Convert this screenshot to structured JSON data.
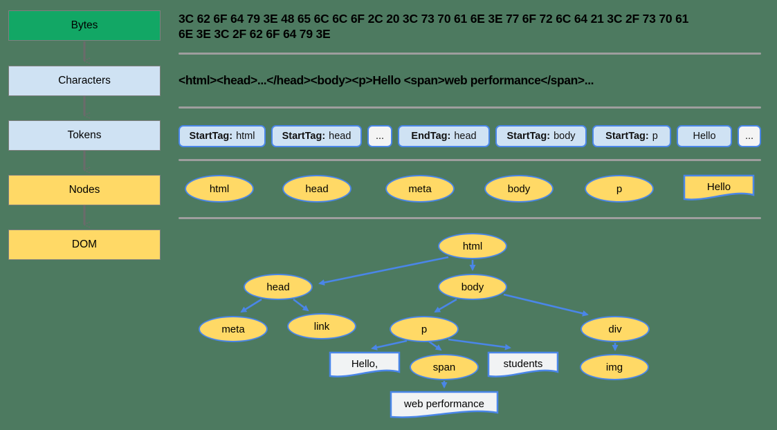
{
  "pipeline": {
    "stages": [
      {
        "label": "Bytes"
      },
      {
        "label": "Characters"
      },
      {
        "label": "Tokens"
      },
      {
        "label": "Nodes"
      },
      {
        "label": "DOM"
      }
    ]
  },
  "bytes_row": {
    "line1": "3C 62 6F 64 79 3E 48 65 6C 6C 6F 2C 20 3C 73 70 61 6E 3E 77 6F 72 6C 64 21 3C 2F 73 70 61",
    "line2": "6E 3E 3C 2F 62 6F 64 79 3E"
  },
  "characters_row": {
    "text": "<html><head>...</head><body><p>Hello <span>web performance</span>..."
  },
  "tokens_row": {
    "tokens": [
      {
        "prefix": "StartTag:",
        "value": "html"
      },
      {
        "prefix": "StartTag:",
        "value": "head"
      },
      {
        "prefix": "",
        "value": "..."
      },
      {
        "prefix": "EndTag:",
        "value": "head"
      },
      {
        "prefix": "StartTag:",
        "value": "body"
      },
      {
        "prefix": "StartTag:",
        "value": "p"
      },
      {
        "prefix": "",
        "value": "Hello"
      },
      {
        "prefix": "",
        "value": "..."
      }
    ]
  },
  "nodes_row": {
    "items": [
      {
        "label": "html"
      },
      {
        "label": "head"
      },
      {
        "label": "meta"
      },
      {
        "label": "body"
      },
      {
        "label": "p"
      }
    ],
    "text_node": "Hello"
  },
  "dom_tree": {
    "html": "html",
    "head": "head",
    "body": "body",
    "meta": "meta",
    "link": "link",
    "p": "p",
    "div": "div",
    "span": "span",
    "img": "img",
    "hello": "Hello,",
    "students": "students",
    "web_performance": "web performance"
  },
  "colors": {
    "background": "#4d7a60",
    "stage_green": "#12a765",
    "stage_light_blue": "#cfe2f3",
    "stage_yellow": "#ffd966",
    "node_border_blue": "#4a86e8",
    "arrow_blue": "#4a86e8",
    "divider_grey": "#9e9e9e",
    "text_node_fill": "#f1f3f4",
    "flow_arrow_grey": "#6b6b6b"
  }
}
